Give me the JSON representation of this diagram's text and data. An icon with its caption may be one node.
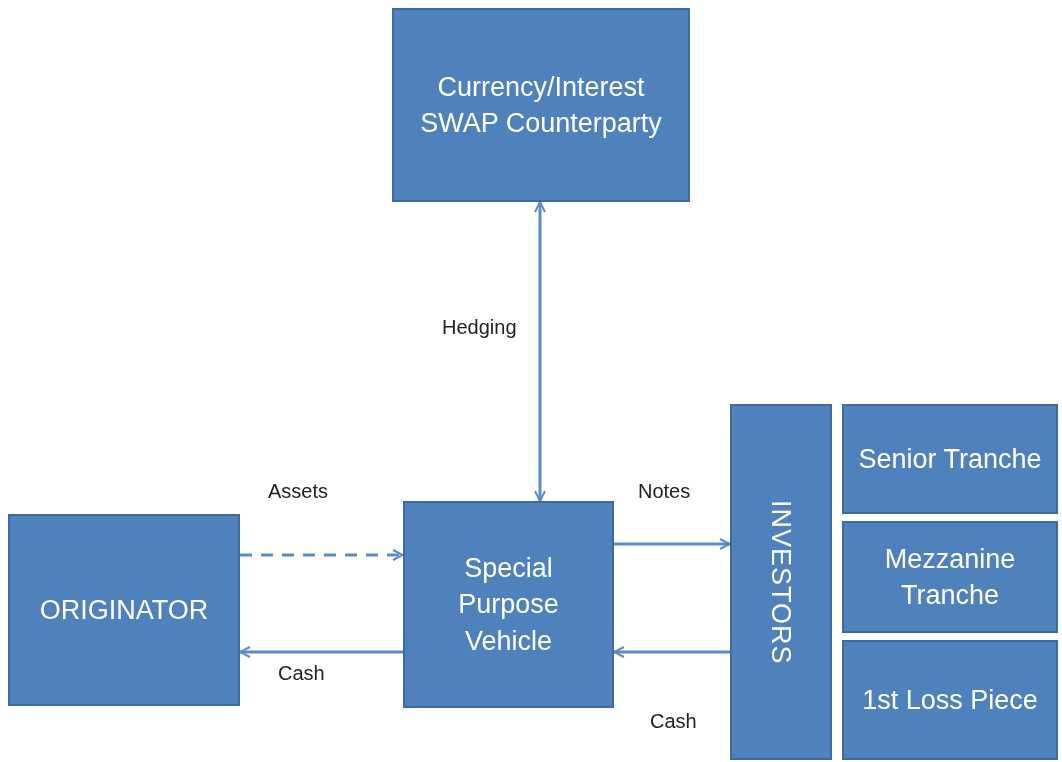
{
  "diagram": {
    "nodes": [
      {
        "text": [
          "Currency/Interest SWAP Counterparty"
        ]
      },
      {
        "text": [
          "ORIGINATOR"
        ]
      },
      {
        "text": [
          "Special Purpose Vehicle"
        ]
      },
      {
        "text": [
          "INVESTORS"
        ]
      },
      {
        "text": [
          "Senior Tranche"
        ]
      },
      {
        "text": [
          "Mezzanine Tranche"
        ]
      },
      {
        "text": [
          "1st Loss Piece"
        ]
      }
    ],
    "edges": [
      {
        "from": 0,
        "to": 2,
        "arrow": "both",
        "label": "Hedging"
      },
      {
        "from": 1,
        "to": 2,
        "arrow": "to",
        "label": "Assets",
        "style": "dashed"
      },
      {
        "from": 2,
        "to": 1,
        "arrow": "to",
        "label": "Cash"
      },
      {
        "from": 2,
        "to": 3,
        "arrow": "to",
        "label": "Notes"
      },
      {
        "from": 3,
        "to": 2,
        "arrow": "to",
        "label": "Cash"
      }
    ]
  }
}
